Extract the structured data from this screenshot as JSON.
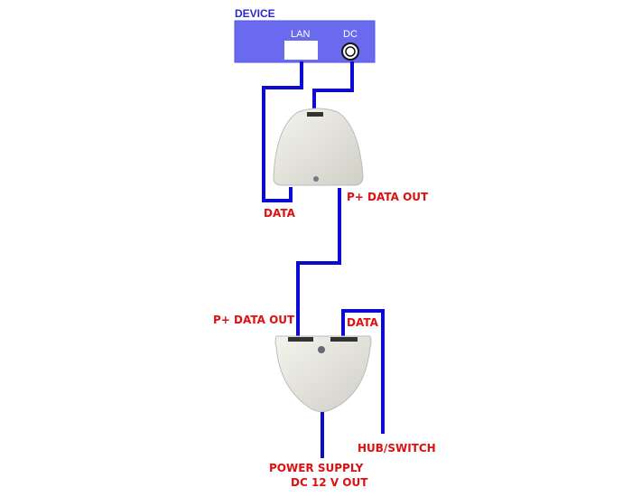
{
  "device": {
    "title": "DEVICE",
    "lan_label": "LAN",
    "dc_label": "DC"
  },
  "labels": {
    "top_data": "DATA",
    "top_pdata_out": "P+ DATA OUT",
    "bottom_pdata_out": "P+ DATA OUT",
    "bottom_data": "DATA",
    "hub_switch": "HUB/SWITCH",
    "power_supply": "POWER SUPPLY",
    "dc_out": "DC 12 V OUT"
  },
  "colors": {
    "wire": "#0a0ad0",
    "label": "#dd1111",
    "device": "#6a6aee"
  }
}
